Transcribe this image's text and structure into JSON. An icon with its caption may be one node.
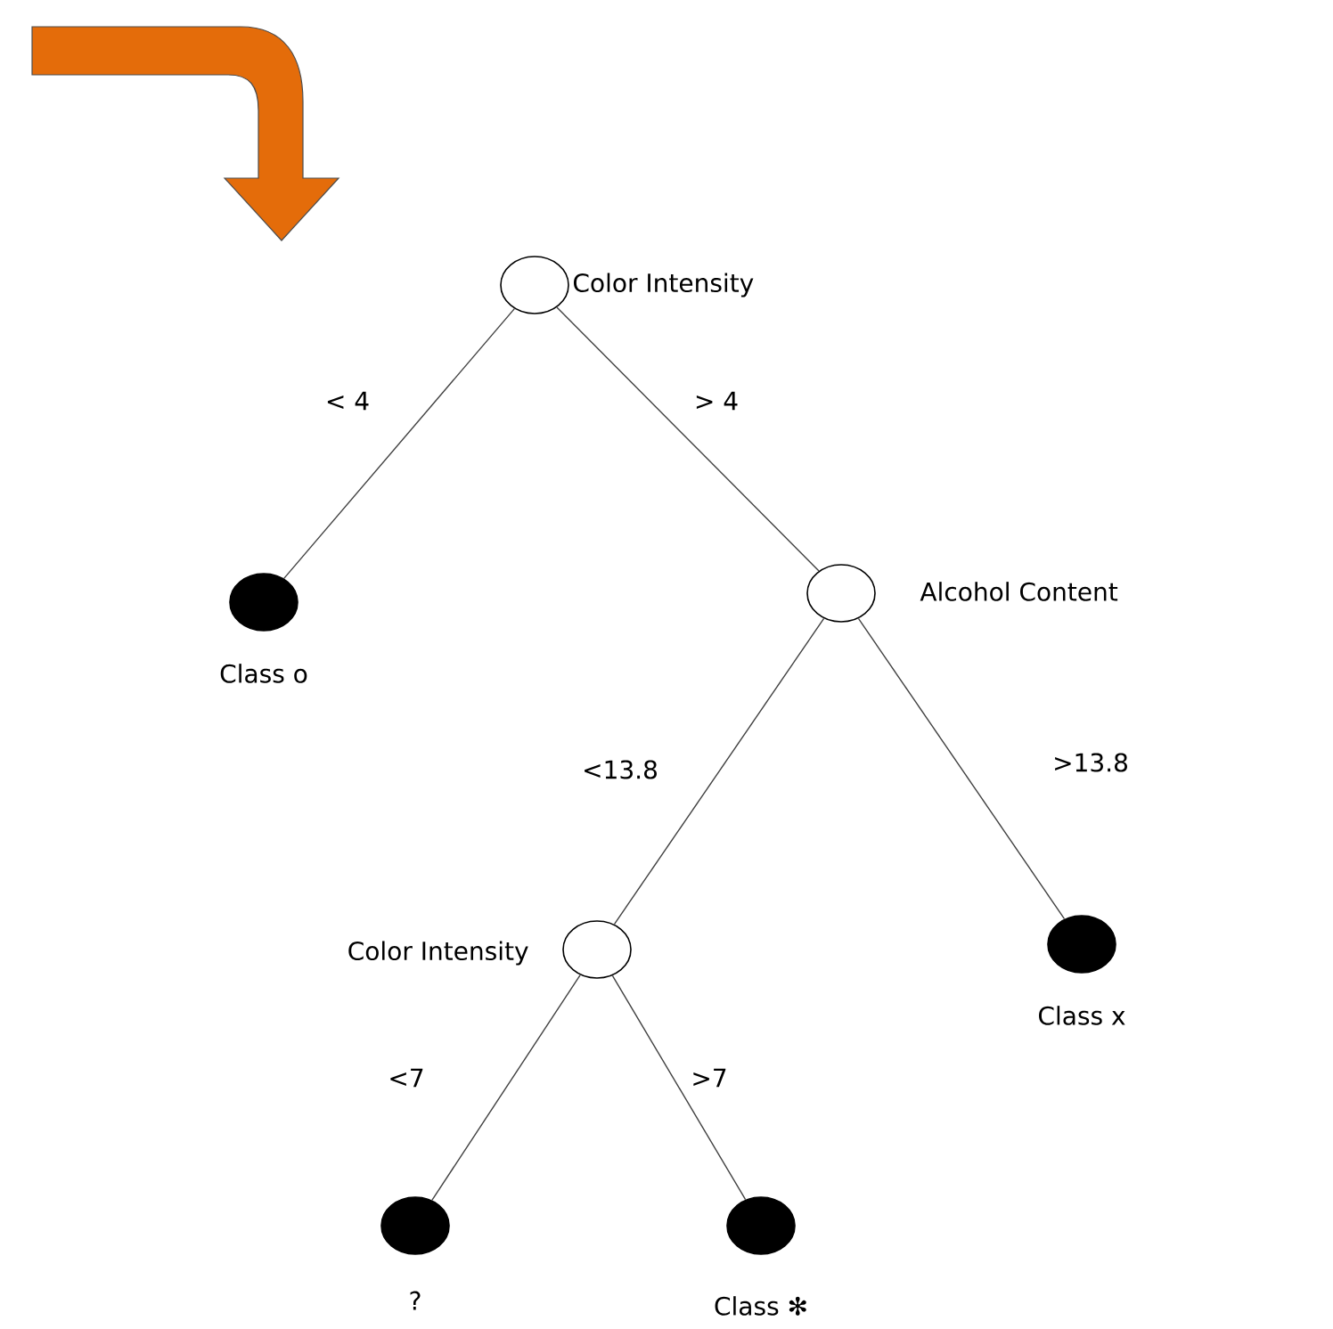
{
  "diagram": {
    "nodes": [
      {
        "text": [],
        "shape": "circle",
        "beside": [
          "Color Intensity"
        ]
      },
      {
        "text": [],
        "shape": "circle",
        "beside": [
          "Class o"
        ]
      },
      {
        "text": [],
        "shape": "circle",
        "beside": [
          "Alcohol Content"
        ]
      },
      {
        "text": [],
        "shape": "circle",
        "beside": [
          "Color Intensity"
        ]
      },
      {
        "text": [],
        "shape": "circle",
        "beside": [
          "Class x"
        ]
      },
      {
        "text": [],
        "shape": "circle",
        "beside": [
          "?"
        ]
      },
      {
        "text": [],
        "shape": "circle",
        "beside": [
          "Class ✻"
        ]
      }
    ],
    "edges": [
      {
        "from": 0,
        "to": 1,
        "arrow": "none",
        "label": "< 4"
      },
      {
        "from": 0,
        "to": 2,
        "arrow": "none",
        "label": "> 4"
      },
      {
        "from": 2,
        "to": 3,
        "arrow": "none",
        "label": "<13.8"
      },
      {
        "from": 2,
        "to": 4,
        "arrow": "none",
        "label": ">13.8"
      },
      {
        "from": 3,
        "to": 5,
        "arrow": "none",
        "label": "<7"
      },
      {
        "from": 3,
        "to": 6,
        "arrow": "none",
        "label": ">7"
      }
    ]
  }
}
